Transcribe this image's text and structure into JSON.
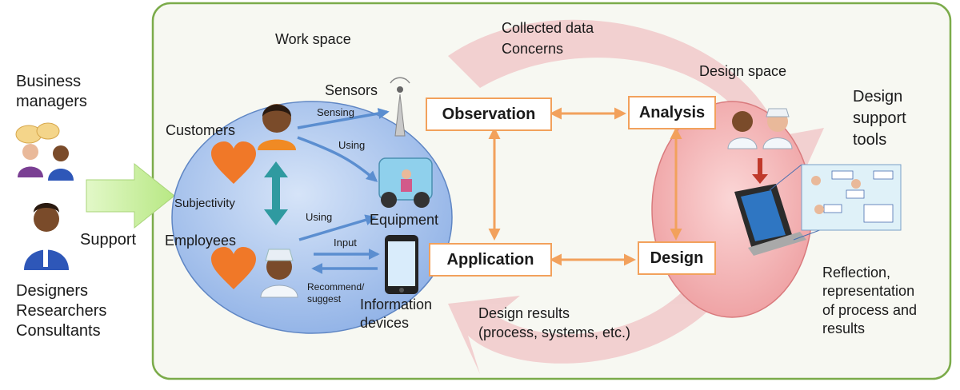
{
  "left": {
    "business_managers": "Business\nmanagers",
    "support": "Support",
    "designers": "Designers\nResearchers\nConsultants"
  },
  "work_space": {
    "title": "Work space",
    "customers": "Customers",
    "employees": "Employees",
    "subjectivity": "Subjectivity",
    "sensors": "Sensors",
    "sensing": "Sensing",
    "using1": "Using",
    "using2": "Using",
    "equipment": "Equipment",
    "input": "Input",
    "recommend": "Recommend/\nsuggest",
    "information_devices": "Information\ndevices"
  },
  "cycle": {
    "collected": "Collected data\nConcerns",
    "observation": "Observation",
    "analysis": "Analysis",
    "application": "Application",
    "design": "Design",
    "design_results": "Design results\n(process, systems, etc.)"
  },
  "design_space": {
    "title": "Design space",
    "tools": "Design\nsupport\ntools",
    "reflection": "Reflection,\nrepresentation\nof process and\nresults"
  },
  "colors": {
    "panel_bg": "#f7f8f2",
    "panel_border": "#7bab4a",
    "work_space_fill": "#a9c4ee",
    "design_space_fill": "#f3aeb0",
    "cycle_arrow": "#f1c9ca",
    "box_border": "#f2a15c",
    "heart": "#f07828",
    "teal_arrow": "#2f9aa0",
    "blue_arrow": "#5b8ed0",
    "green_arrow": "#c9ef9d"
  }
}
